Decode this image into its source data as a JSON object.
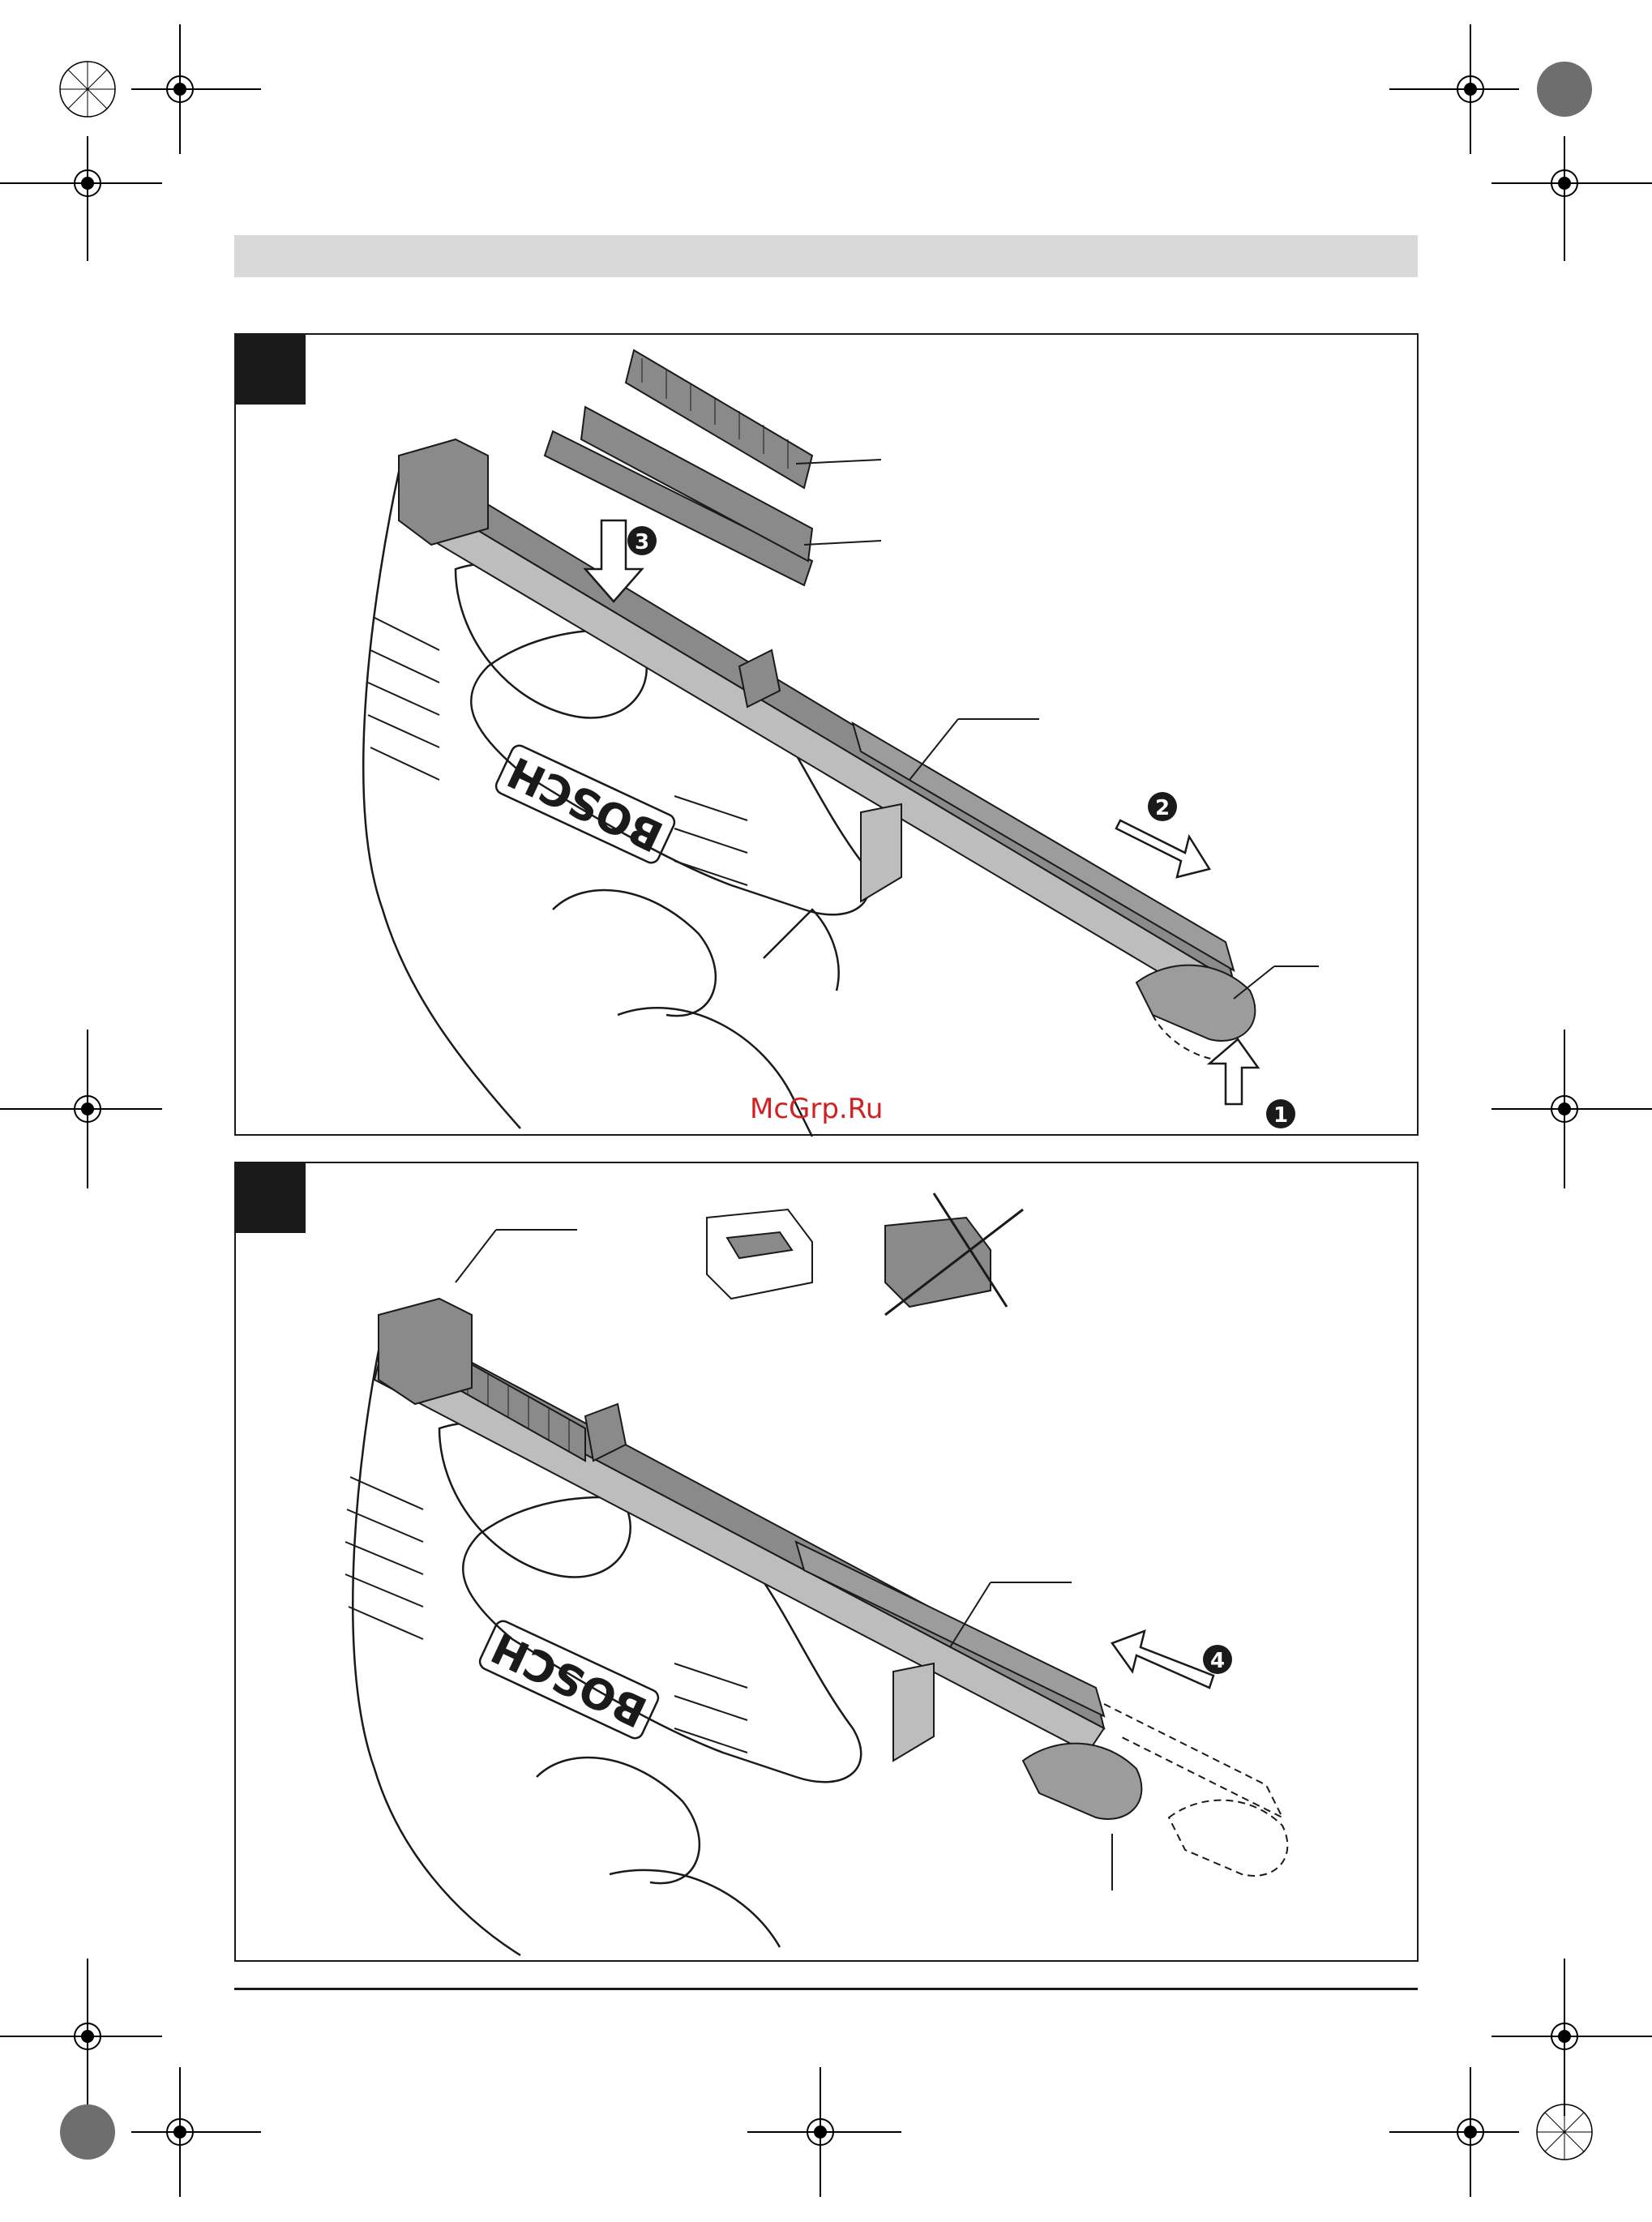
{
  "page": {
    "brand_mark": "BOSCH",
    "watermark_text": "McGrp.Ru"
  },
  "figure_a": {
    "steps": [
      "1",
      "2",
      "3"
    ]
  },
  "figure_b": {
    "steps": [
      "4"
    ]
  },
  "colors": {
    "header_bar": "#d9d9d9",
    "panel_border": "#1a1a1a",
    "magazine_gray": "#8a8a8a",
    "watermark": "#d32020"
  }
}
